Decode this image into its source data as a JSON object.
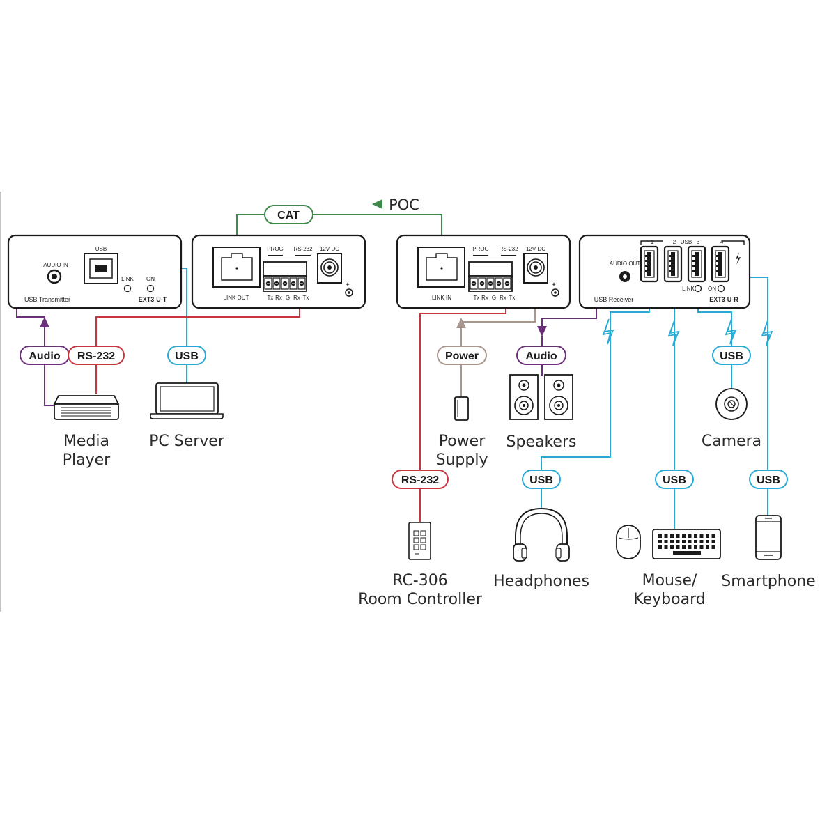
{
  "colors": {
    "cat": "#3d8a4a",
    "usb": "#29a9d6",
    "rs232": "#c9353c",
    "audio": "#6b2f7c",
    "power": "#a8958c",
    "outline": "#1a1a1a"
  },
  "top": {
    "cat_tag": "CAT",
    "poc_label": "POC"
  },
  "transmitter": {
    "audio_in": "AUDIO IN",
    "usb": "USB",
    "link": "LINK",
    "on": "ON",
    "name": "USB Transmitter",
    "model": "EXT3-U-T",
    "link_out": "LINK OUT",
    "prog": "PROG",
    "rs232": "RS-232",
    "dc": "12V DC",
    "pins": [
      "Tx",
      "Rx",
      "G",
      "Rx",
      "Tx"
    ]
  },
  "receiver": {
    "link_in": "LINK IN",
    "prog": "PROG",
    "rs232": "RS-232",
    "dc": "12V DC",
    "pins": [
      "Tx",
      "Rx",
      "G",
      "Rx",
      "Tx"
    ],
    "audio_out": "AUDIO OUT",
    "name": "USB Receiver",
    "usb": "USB",
    "ports": [
      "1",
      "2",
      "3",
      "4"
    ],
    "link": "LINK",
    "on": "ON",
    "model": "EXT3-U-R"
  },
  "tags": {
    "audio_left": "Audio",
    "rs232_left": "RS-232",
    "usb_pc": "USB",
    "power": "Power",
    "audio_right": "Audio",
    "usb_camera": "USB",
    "rs232_right": "RS-232",
    "usb_headphones": "USB",
    "usb_keyboard": "USB",
    "usb_phone": "USB"
  },
  "devices": {
    "media_player": [
      "Media",
      "Player"
    ],
    "pc_server": [
      "PC Server"
    ],
    "power_supply": [
      "Power",
      "Supply"
    ],
    "speakers": [
      "Speakers"
    ],
    "camera": [
      "Camera"
    ],
    "room_controller": [
      "RC-306",
      "Room Controller"
    ],
    "headphones": [
      "Headphones"
    ],
    "mouse_keyboard": [
      "Mouse/",
      "Keyboard"
    ],
    "smartphone": [
      "Smartphone"
    ]
  }
}
